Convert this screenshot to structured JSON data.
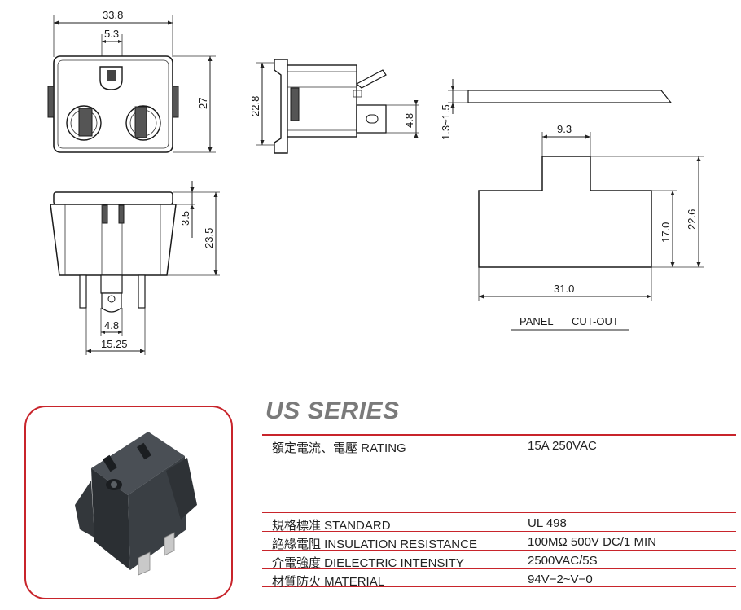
{
  "dimensions": {
    "front_width": "33.8",
    "front_slot_width": "5.3",
    "front_height": "27",
    "side_height": "22.8",
    "tab_height": "4.8",
    "bottom_top": "3.5",
    "bottom_height": "23.5",
    "bottom_tab": "4.8",
    "bottom_width": "15.25",
    "panel_thickness": "1.3~1.5",
    "cutout_top_width": "9.3",
    "cutout_width": "31.0",
    "cutout_height_small": "17.0",
    "cutout_height_total": "22.6"
  },
  "cutout_caption": {
    "panel": "PANEL",
    "cutout": "CUT-OUT"
  },
  "series_title": "US SERIES",
  "specs": [
    {
      "label": "額定電流、電壓 RATING",
      "value": "15A 250VAC"
    },
    {
      "label": "規格標准 STANDARD",
      "value": "UL 498"
    },
    {
      "label": "絶緣電阻 INSULATION RESISTANCE",
      "value": "100MΩ 500V DC/1 MIN"
    },
    {
      "label": "介電強度 DIELECTRIC INTENSITY",
      "value": "2500VAC/5S"
    },
    {
      "label": "材質防火 MATERIAL",
      "value": "94V−2~V−0"
    }
  ],
  "colors": {
    "accent": "#c8242b",
    "title_gray": "#7a7a7a"
  }
}
